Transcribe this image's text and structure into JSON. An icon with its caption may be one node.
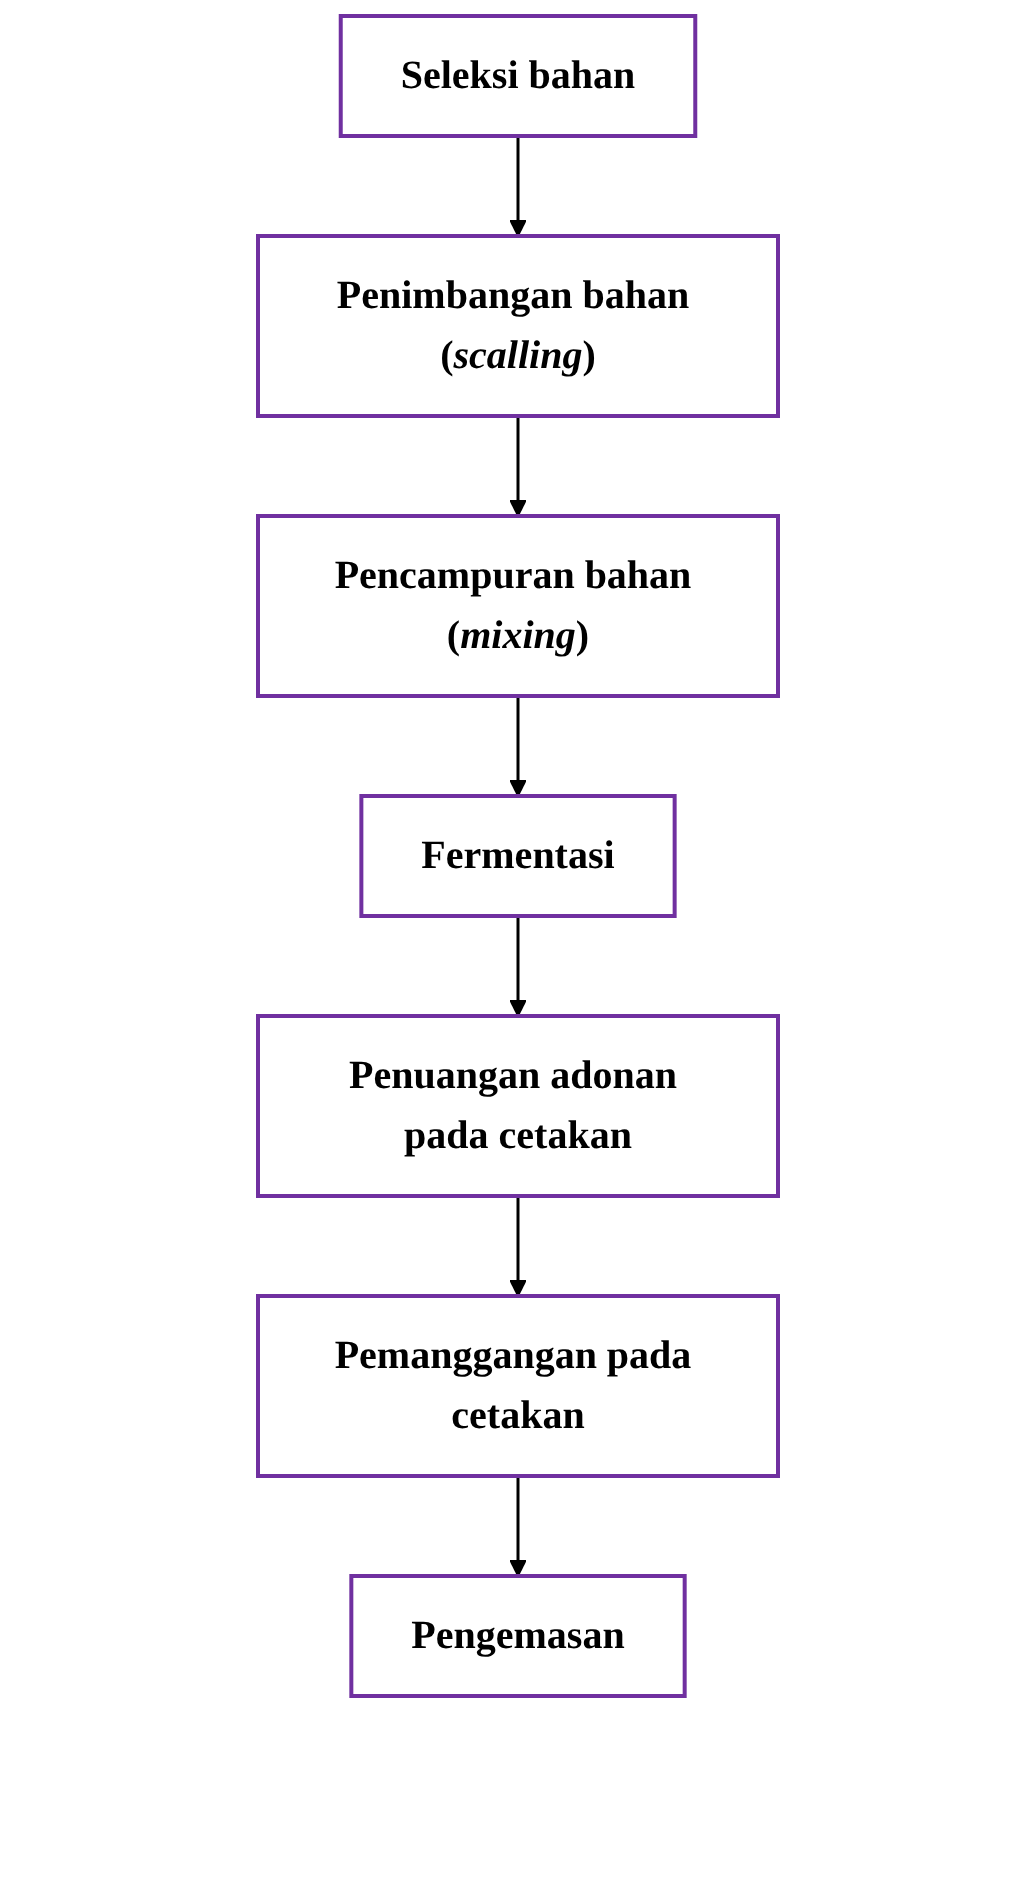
{
  "diagram": {
    "nodes": [
      {
        "text": [
          "Seleksi bahan"
        ]
      },
      {
        "text": [
          "Penimbangan bahan (*scalling*)"
        ]
      },
      {
        "text": [
          "Pencampuran bahan (*mixing*)"
        ]
      },
      {
        "text": [
          "Fermentasi"
        ]
      },
      {
        "text": [
          "Penuangan adonan pada cetakan"
        ]
      },
      {
        "text": [
          "Pemanggangan pada cetakan"
        ]
      },
      {
        "text": [
          "Pengemasan"
        ]
      }
    ],
    "edges": [
      {
        "from": 0,
        "to": 1,
        "arrow": "to"
      },
      {
        "from": 1,
        "to": 2,
        "arrow": "to"
      },
      {
        "from": 2,
        "to": 3,
        "arrow": "to"
      },
      {
        "from": 3,
        "to": 4,
        "arrow": "to"
      },
      {
        "from": 4,
        "to": 5,
        "arrow": "to"
      },
      {
        "from": 5,
        "to": 6,
        "arrow": "to"
      }
    ]
  }
}
